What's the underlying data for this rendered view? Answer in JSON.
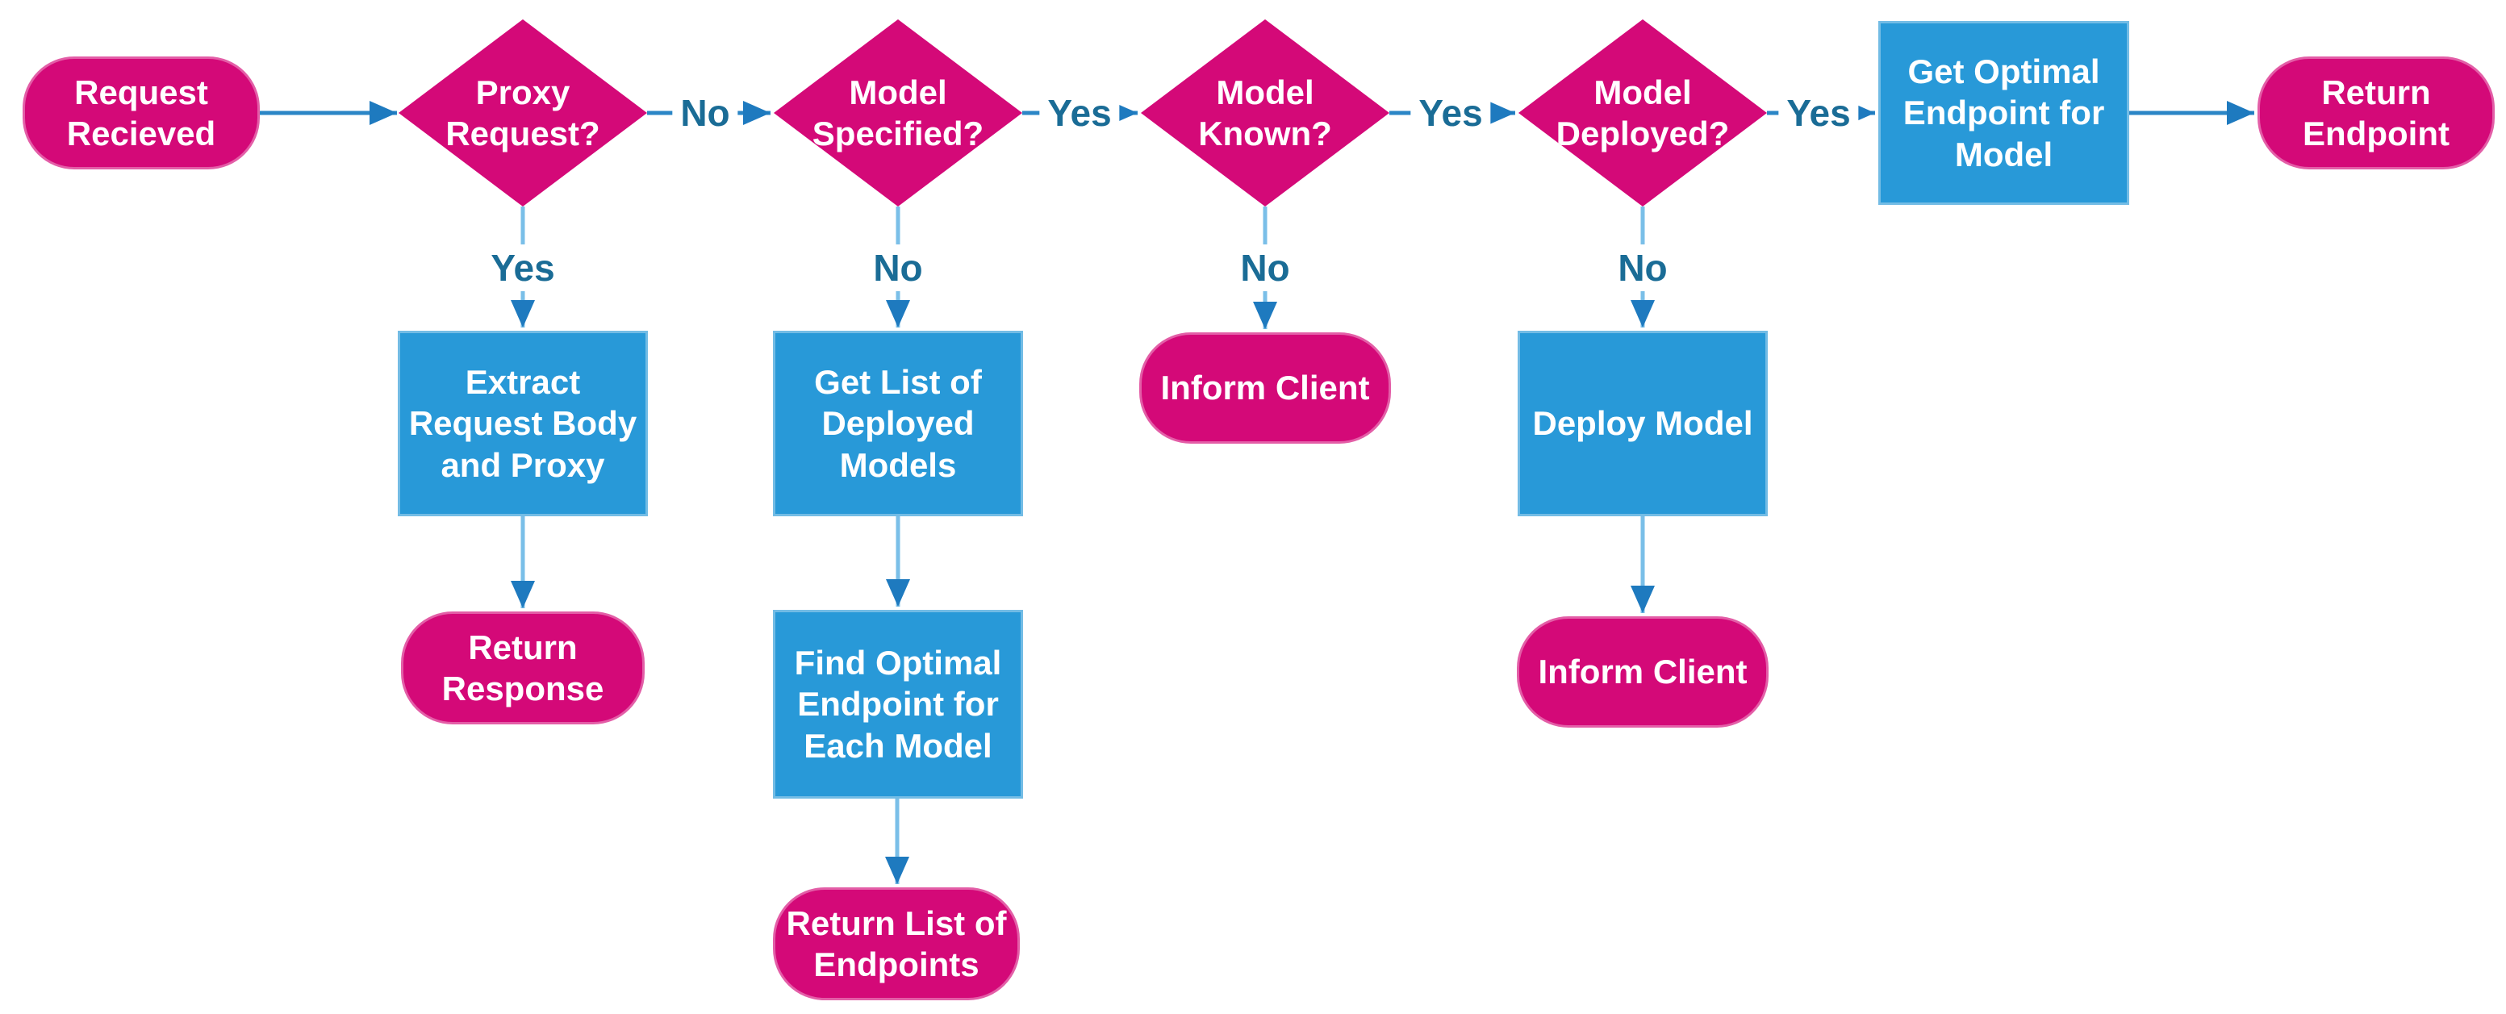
{
  "flowchart": {
    "nodes": {
      "request_received": {
        "label": "Request\nRecieved",
        "shape": "terminator"
      },
      "proxy_request": {
        "label": "Proxy\nRequest?",
        "shape": "decision"
      },
      "model_specified": {
        "label": "Model\nSpecified?",
        "shape": "decision"
      },
      "model_known": {
        "label": "Model\nKnown?",
        "shape": "decision"
      },
      "model_deployed": {
        "label": "Model\nDeployed?",
        "shape": "decision"
      },
      "get_optimal_endpoint": {
        "label": "Get Optimal\nEndpoint for\nModel",
        "shape": "process"
      },
      "return_endpoint": {
        "label": "Return\nEndpoint",
        "shape": "terminator"
      },
      "extract_request_body": {
        "label": "Extract\nRequest Body\nand Proxy",
        "shape": "process"
      },
      "get_list_deployed": {
        "label": "Get List of\nDeployed\nModels",
        "shape": "process"
      },
      "inform_client_model_unknown": {
        "label": "Inform Client",
        "shape": "terminator"
      },
      "deploy_model": {
        "label": "Deploy Model",
        "shape": "process"
      },
      "return_response": {
        "label": "Return\nResponse",
        "shape": "terminator"
      },
      "find_optimal_endpoint": {
        "label": "Find Optimal\nEndpoint for\nEach Model",
        "shape": "process"
      },
      "inform_client_deploy": {
        "label": "Inform Client",
        "shape": "terminator"
      },
      "return_list_endpoints": {
        "label": "Return List of\nEndpoints",
        "shape": "terminator"
      }
    },
    "edge_labels": {
      "proxy_no": "No",
      "proxy_yes": "Yes",
      "specified_yes": "Yes",
      "specified_no": "No",
      "known_yes": "Yes",
      "known_no": "No",
      "deployed_yes": "Yes",
      "deployed_no": "No"
    },
    "colors": {
      "terminator_fill": "#D40978",
      "decision_fill": "#D40978",
      "process_fill": "#2899D8",
      "connector": "#2B86C6",
      "connector_light": "#7ABFE8",
      "arrowhead": "#1E7ABF",
      "edge_label_text": "#1A6C96",
      "node_text": "#FFFFFF"
    }
  }
}
